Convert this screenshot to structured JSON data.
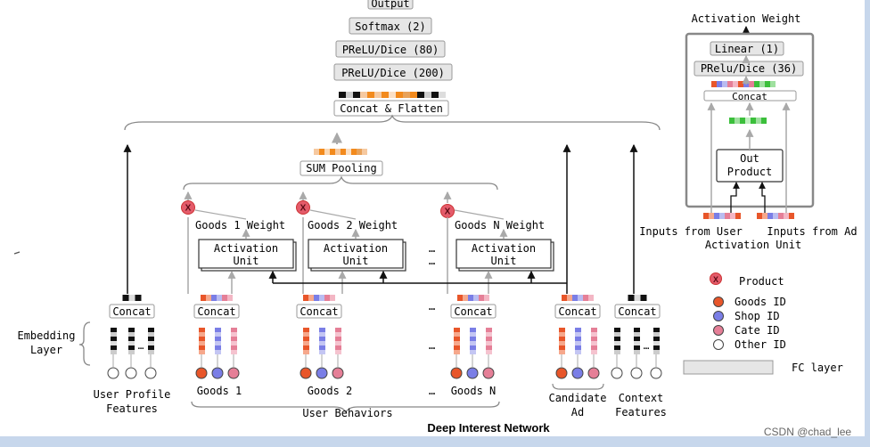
{
  "title": "Deep Interest Network",
  "watermark": "CSDN @chad_lee",
  "top_stack": {
    "output": "Output",
    "softmax": "Softmax (2)",
    "prelu80": "PReLU/Dice (80)",
    "prelu200": "PReLU/Dice (200)",
    "concat_flatten": "Concat & Flatten"
  },
  "sum_pooling": "SUM Pooling",
  "activation_unit": {
    "line1": "Activation",
    "line2": "Unit"
  },
  "weights": {
    "w1": "Goods 1 Weight",
    "w2": "Goods 2 Weight",
    "wn": "Goods N Weight"
  },
  "ellipsis": "…",
  "concat": "Concat",
  "product_mark": "X",
  "embedding_layer": {
    "line1": "Embedding",
    "line2": "Layer"
  },
  "bottom_labels": {
    "user_profile_1": "User Profile",
    "user_profile_2": "Features",
    "goods1": "Goods 1",
    "goods2": "Goods 2",
    "goodsn": "Goods N",
    "user_behaviors": "User Behaviors",
    "candidate_1": "Candidate",
    "candidate_2": "Ad",
    "context_1": "Context",
    "context_2": "Features"
  },
  "inset": {
    "title": "Activation Weight",
    "linear": "Linear (1)",
    "prelu36": "PRelu/Dice (36)",
    "concat": "Concat",
    "out_product_1": "Out",
    "out_product_2": "Product",
    "inputs_user": "Inputs from User",
    "inputs_ad": "Inputs from Ad",
    "caption": "Activation Unit"
  },
  "legend": {
    "product": "Product",
    "goods_id": "Goods ID",
    "shop_id": "Shop ID",
    "cate_id": "Cate ID",
    "other_id": "Other ID",
    "fc_layer": "FC layer"
  },
  "colors": {
    "goods": "#e8562a",
    "shop": "#7a7ee6",
    "cate": "#e57f97",
    "product": "#e45b6a",
    "fc": "#e6e6e6",
    "border_blue": "#c7d7ec",
    "green": "#3bbf3b",
    "orange": "#f28a1d"
  }
}
